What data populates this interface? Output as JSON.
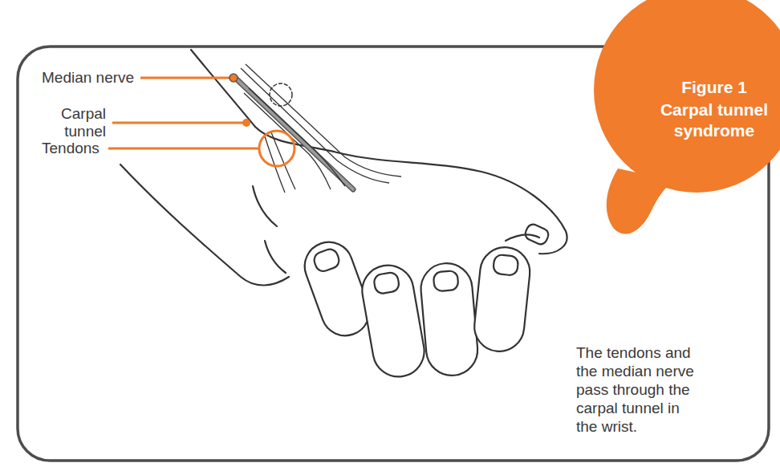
{
  "diagram": {
    "caption": "The tendons and the median nerve pass through the carpal tunnel in the wrist.",
    "nodes": [
      {
        "text": [
          "Figure 1",
          "Carpal tunnel syndrome"
        ]
      }
    ],
    "labels": [
      "Median nerve",
      "Carpal tunnel",
      "Tendons"
    ]
  }
}
